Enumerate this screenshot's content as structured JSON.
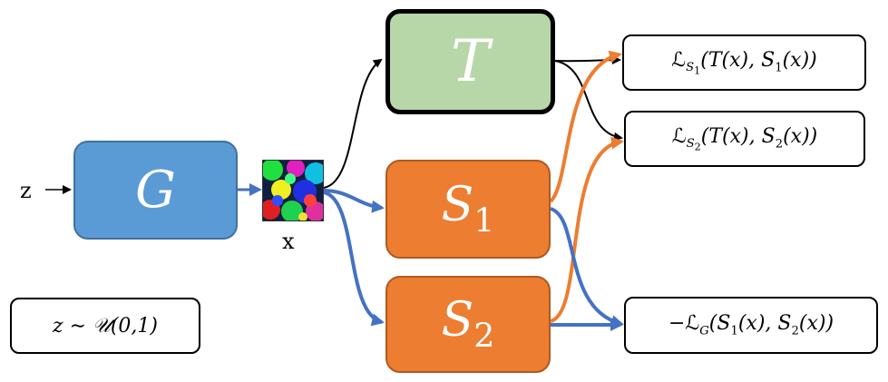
{
  "nodes": {
    "teacher": "T",
    "generator": "G",
    "student1": {
      "base": "S",
      "sub": "1"
    },
    "student2": {
      "base": "S",
      "sub": "2"
    }
  },
  "labels": {
    "input_z": "z",
    "sample_x": "x"
  },
  "losses": {
    "loss_s1": {
      "symbol": "ℒ",
      "sub": "S",
      "subsub": "1",
      "args": "(T(x), S",
      "argsub": "1",
      "tail": "(x))"
    },
    "loss_s2": {
      "symbol": "ℒ",
      "sub": "S",
      "subsub": "2",
      "args": "(T(x), S",
      "argsub": "2",
      "tail": "(x))"
    },
    "loss_g": {
      "prefix": "−ℒ",
      "sub": "G",
      "args1": "(S",
      "argsub1": "1",
      "args2": "(x), S",
      "argsub2": "2",
      "tail": "(x))"
    }
  },
  "distribution": "z ∼ 𝒰(0,1)",
  "colors": {
    "teacher_fill": "#b7d7a8",
    "generator_fill": "#5b9bd5",
    "student_fill": "#ed7d31",
    "blue_arrow": "#4472c4",
    "orange_arrow": "#ed7d31",
    "black_arrow": "#000000"
  },
  "icons": {
    "generated_sample": "noise-image-icon"
  }
}
